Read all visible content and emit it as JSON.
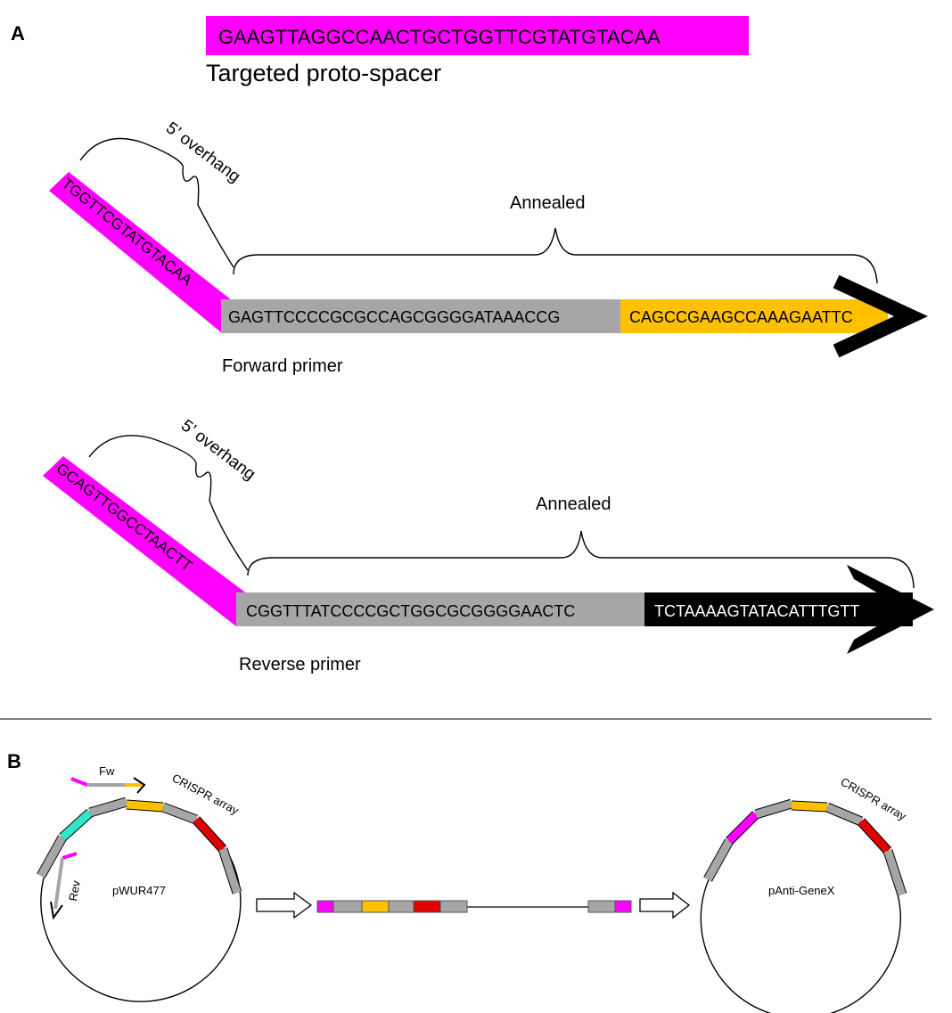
{
  "panel_a": {
    "label": "A",
    "protospacer": {
      "sequence": "GAAGTTAGGCCAACTGCTGGTTCGTATGTACAA",
      "caption": "Targeted proto-spacer"
    },
    "forward": {
      "overhang_label": "5’ overhang",
      "overhang_seq": "TGGTTCGTATGTACAA",
      "annealed_label": "Annealed",
      "gray_seq": "GAGTTCCCCGCGCCAGCGGGGATAAACCG",
      "end_seq": "CAGCCGAAGCCAAAGAATTC",
      "caption": "Forward primer"
    },
    "reverse": {
      "overhang_label": "5’ overhang",
      "overhang_seq": "GCAGTTGGCCTAACTT",
      "annealed_label": "Annealed",
      "gray_seq": "CGGTTTATCCCCGCTGGCGCGGGGAACTC",
      "end_seq": "TCTAAAAGTATACATTTGTT",
      "caption": "Reverse primer"
    }
  },
  "panel_b": {
    "label": "B",
    "left_plasmid": {
      "name": "pWUR477",
      "array_label": "CRISPR array",
      "fw_label": "Fw",
      "rev_label": "Rev"
    },
    "right_plasmid": {
      "name": "pAnti-GeneX",
      "array_label": "CRISPR array"
    }
  },
  "colors": {
    "magenta": "#FF00FF",
    "gray": "#A6A6A6",
    "orange": "#FFC000",
    "black": "#000000",
    "red": "#E00000",
    "cyan": "#33E6C8"
  }
}
